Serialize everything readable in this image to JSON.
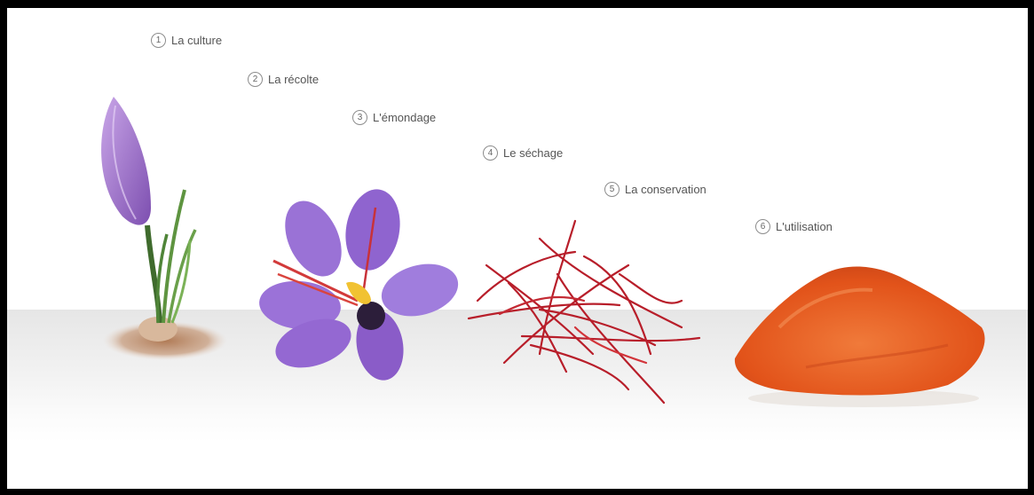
{
  "steps": [
    {
      "number": "1",
      "label": "La culture"
    },
    {
      "number": "2",
      "label": "La récolte"
    },
    {
      "number": "3",
      "label": "L'émondage"
    },
    {
      "number": "4",
      "label": "Le séchage"
    },
    {
      "number": "5",
      "label": "La conservation"
    },
    {
      "number": "6",
      "label": "L'utilisation"
    }
  ],
  "illustrations": [
    {
      "name": "crocus-bud-icon",
      "color": "#a37bd0"
    },
    {
      "name": "saffron-flower-icon",
      "color": "#9b6fd6"
    },
    {
      "name": "saffron-threads-icon",
      "color": "#b8202a"
    },
    {
      "name": "saffron-powder-icon",
      "color": "#e5561c"
    }
  ]
}
